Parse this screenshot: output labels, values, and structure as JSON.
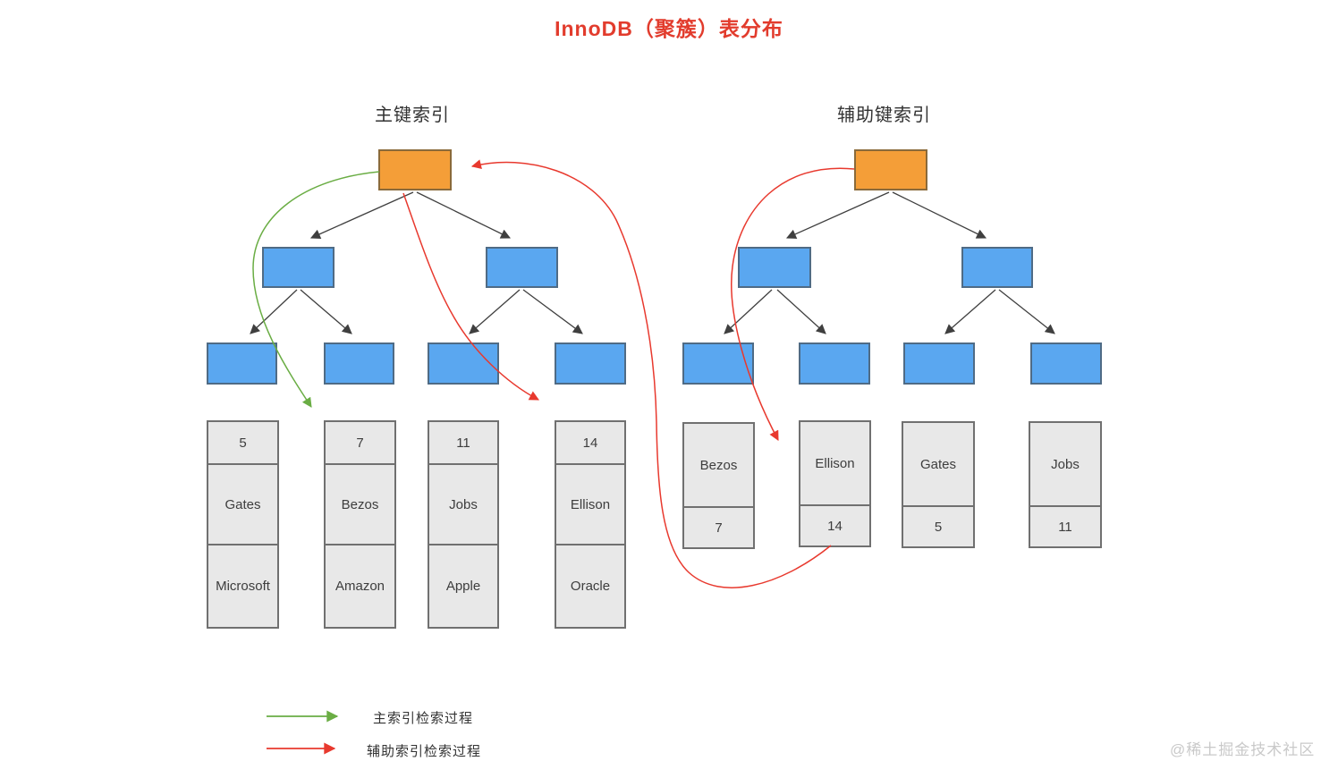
{
  "title": "InnoDB（聚簇）表分布",
  "watermark": "@稀土掘金技术社区",
  "primary_index": {
    "heading": "主键索引",
    "records": [
      {
        "key": "5",
        "name": "Gates",
        "company": "Microsoft"
      },
      {
        "key": "7",
        "name": "Bezos",
        "company": "Amazon"
      },
      {
        "key": "11",
        "name": "Jobs",
        "company": "Apple"
      },
      {
        "key": "14",
        "name": "Ellison",
        "company": "Oracle"
      }
    ]
  },
  "secondary_index": {
    "heading": "辅助键索引",
    "records": [
      {
        "name": "Bezos",
        "key": "7"
      },
      {
        "name": "Ellison",
        "key": "14"
      },
      {
        "name": "Gates",
        "key": "5"
      },
      {
        "name": "Jobs",
        "key": "11"
      }
    ]
  },
  "legend": {
    "items": [
      {
        "label": "主索引检索过程",
        "color": "#6aad44"
      },
      {
        "label": "辅助索引检索过程",
        "color": "#e8392e"
      }
    ]
  },
  "colors": {
    "title": "#e23c2d",
    "root_node": "#f49e38",
    "internal_node": "#5aa7f0",
    "record_box": "#e8e8e8",
    "primary_path": "#6aad44",
    "secondary_path": "#e8392e",
    "tree_edge": "#3f3f3f"
  }
}
